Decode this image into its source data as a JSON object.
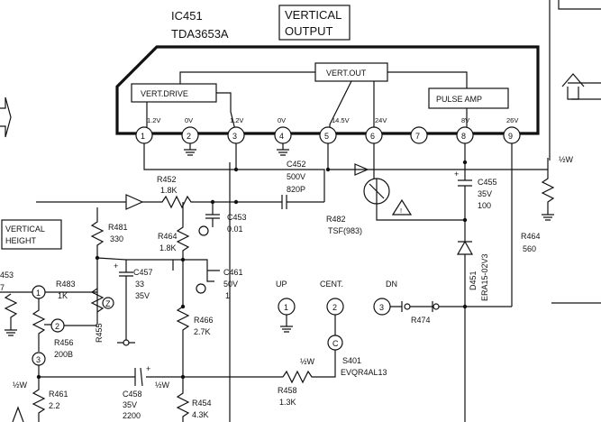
{
  "ic": {
    "ref": "IC451",
    "part": "TDA3653A",
    "function_lines": [
      "VERTICAL",
      "OUTPUT"
    ],
    "blocks": {
      "drive": "VERT.DRIVE",
      "out": "VERT.OUT",
      "pulse": "PULSE  AMP"
    },
    "pins": [
      {
        "num": "1",
        "voltage": "1.2V"
      },
      {
        "num": "2",
        "voltage": "0V"
      },
      {
        "num": "3",
        "voltage": "1.2V"
      },
      {
        "num": "4",
        "voltage": "0V"
      },
      {
        "num": "5",
        "voltage": "14.5V"
      },
      {
        "num": "6",
        "voltage": "24V"
      },
      {
        "num": "7",
        "voltage": ""
      },
      {
        "num": "8",
        "voltage": "8V"
      },
      {
        "num": "9",
        "voltage": "26V"
      }
    ]
  },
  "components": {
    "r452": {
      "ref": "R452",
      "value": "1.8K"
    },
    "c452": {
      "ref": "C452",
      "values": [
        "500V",
        "820P"
      ]
    },
    "c453": {
      "ref": "C453",
      "value": "0.01"
    },
    "r482": {
      "ref": "R482",
      "value": "TSF(983)"
    },
    "c455": {
      "ref": "C455",
      "values": [
        "35V",
        "100"
      ]
    },
    "r464": {
      "ref": "R464",
      "value": "560"
    },
    "r481": {
      "ref": "R481",
      "value": "330"
    },
    "r484": {
      "ref": "R464",
      "value": "1.8K"
    },
    "c457": {
      "ref": "C457",
      "values": [
        "33",
        "35V"
      ]
    },
    "c461": {
      "ref": "C461",
      "values": [
        "50V",
        "1"
      ]
    },
    "r483": {
      "ref": "R483",
      "value": "1K"
    },
    "r455": {
      "ref": "R455"
    },
    "r456": {
      "ref": "R456",
      "value": "200B"
    },
    "r466": {
      "ref": "R466",
      "value": "2.7K"
    },
    "d451": {
      "ref": "D451",
      "value": "ERA15-02V3"
    },
    "r474": {
      "ref": "R474"
    },
    "s401": {
      "ref": "S401",
      "value": "EVQR4AL13"
    },
    "r458": {
      "ref": "R458",
      "value": "1.3K"
    },
    "c458": {
      "ref": "C458",
      "values": [
        "35V",
        "2200"
      ]
    },
    "r454": {
      "ref": "R454",
      "value": "4.3K"
    },
    "r461": {
      "ref": "R461",
      "value": "2.2"
    },
    "r453": {
      "ref": "453"
    }
  },
  "labels": {
    "vertical_height": [
      "VERTICAL",
      "HEIGHT"
    ],
    "up": "UP",
    "cent": "CENT.",
    "dn": "DN",
    "half_w1": "½W",
    "half_w2": "½W",
    "half_w3": "½W",
    "half_w4": "½W",
    "seven": "7"
  },
  "test_points": [
    "1",
    "2",
    "3"
  ],
  "switch_points": [
    "1",
    "2",
    "3"
  ]
}
